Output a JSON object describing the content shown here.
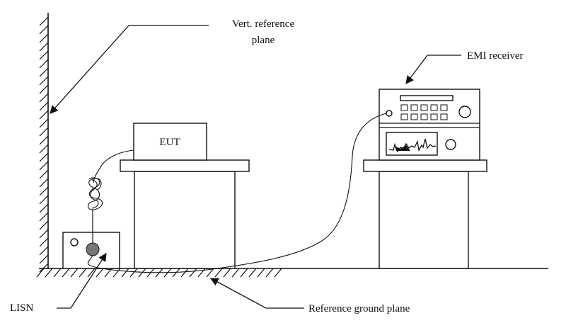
{
  "labels": {
    "vert_plane_line1": "Vert. reference",
    "vert_plane_line2": "plane",
    "emi_receiver": "EMI receiver",
    "eut": "EUT",
    "lisn": "LISN",
    "ground_plane": "Reference ground plane"
  },
  "colors": {
    "ink": "#111111",
    "lisn_connector": "#777777",
    "background": "#ffffff"
  }
}
